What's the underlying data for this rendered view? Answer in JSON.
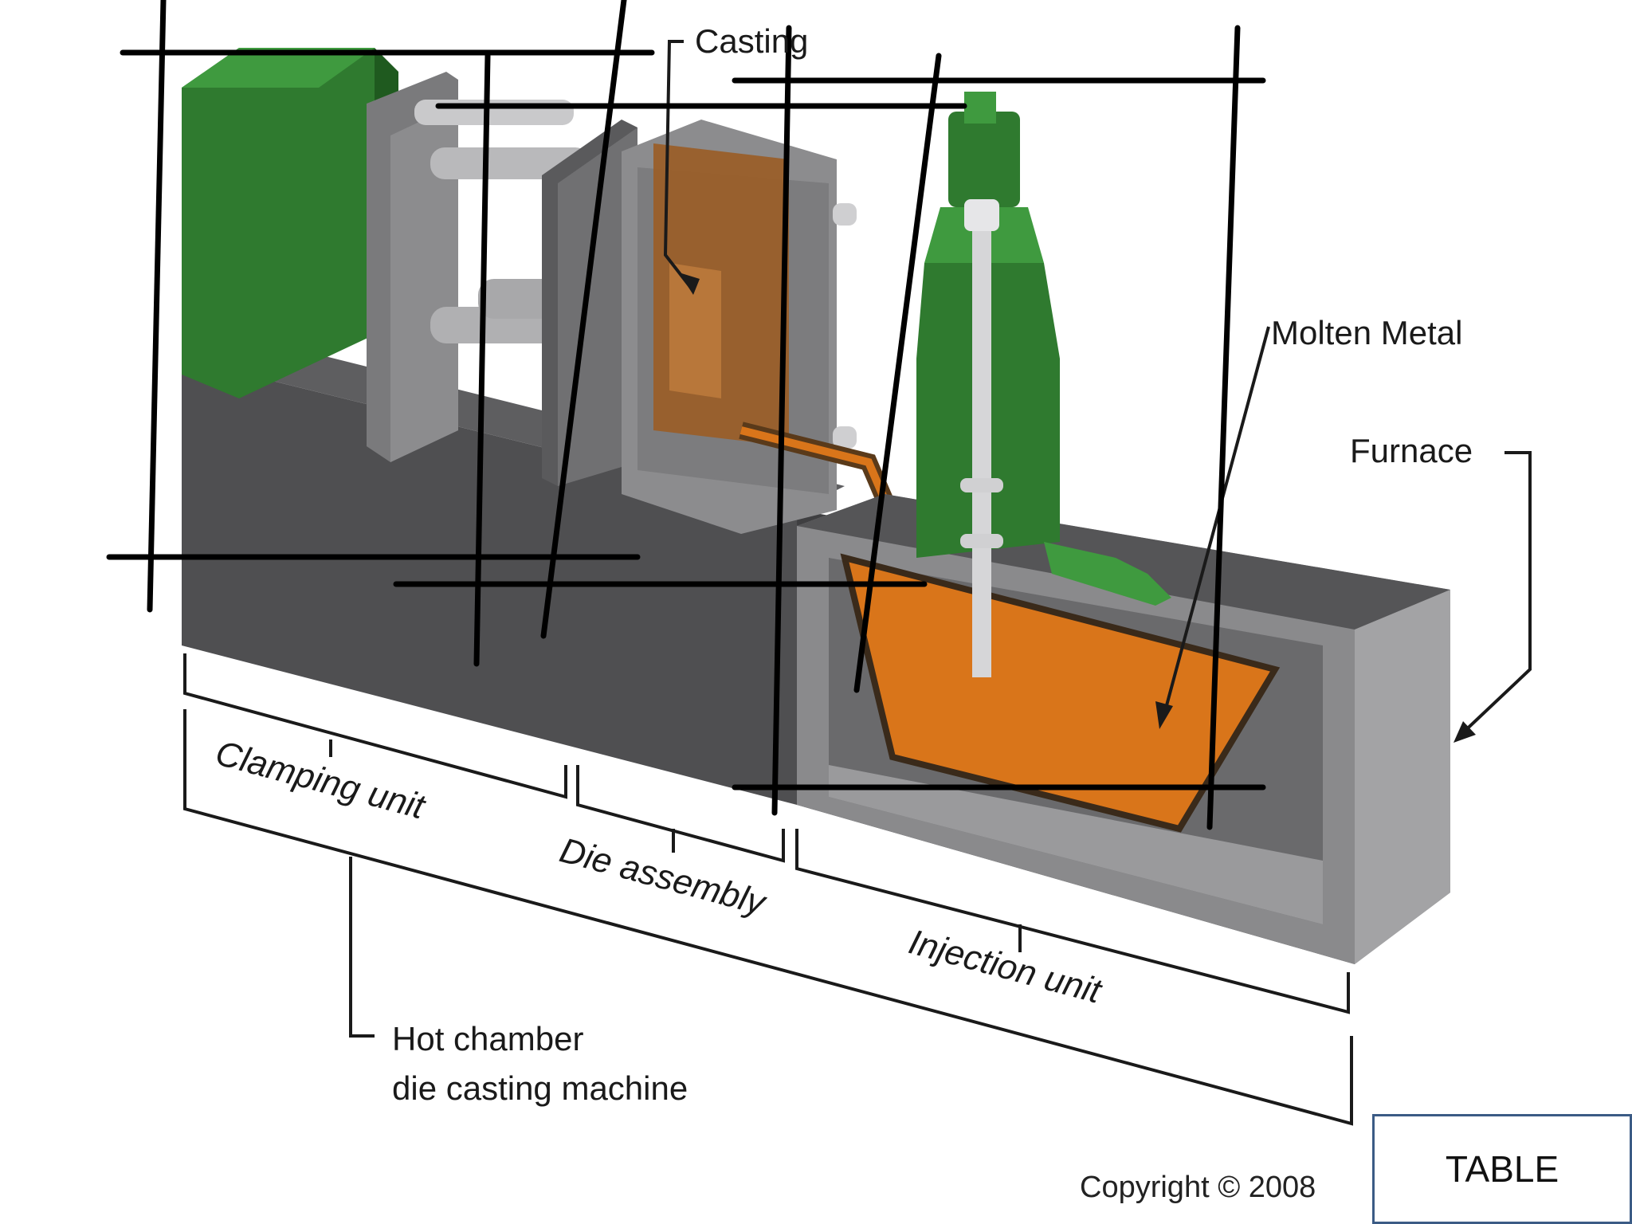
{
  "diagram": {
    "labels": {
      "casting": "Casting",
      "molten_metal": "Molten Metal",
      "furnace": "Furnace",
      "clamping_unit": "Clamping unit",
      "die_assembly": "Die assembly",
      "injection_unit": "Injection unit",
      "machine_line1": "Hot chamber",
      "machine_line2": "die casting machine",
      "copyright": "Copyright © 2008"
    },
    "colors": {
      "clamp_green": "#2f7a2f",
      "frame_gray": "#6e6e70",
      "base_dark": "#4a4a4c",
      "molten_orange": "#d9751a",
      "die_brown": "#8a5a2b"
    }
  },
  "table_box": {
    "label": "TABLE"
  }
}
